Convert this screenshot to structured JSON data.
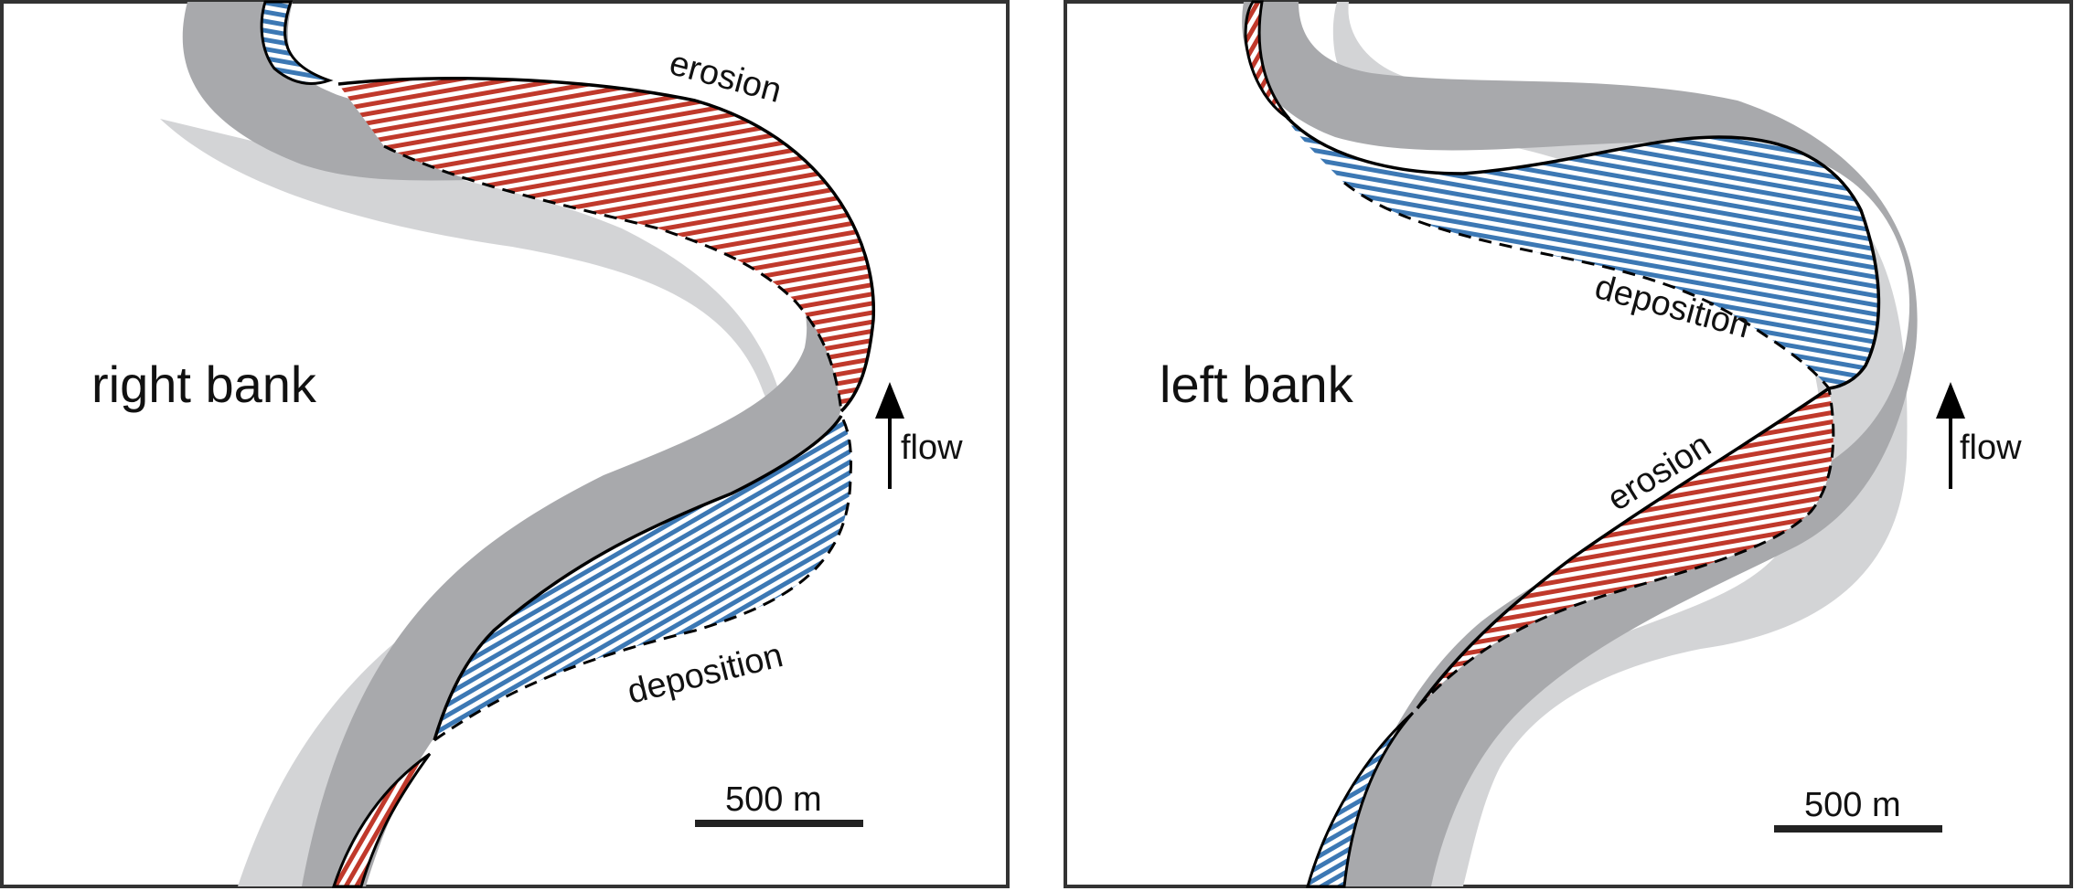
{
  "panels": [
    {
      "side_label": "right bank",
      "erosion_label": "erosion",
      "deposition_label": "deposition",
      "flow_label": "flow",
      "scale_label": "500 m"
    },
    {
      "side_label": "left bank",
      "erosion_label": "erosion",
      "deposition_label": "deposition",
      "flow_label": "flow",
      "scale_label": "500 m"
    }
  ],
  "colors": {
    "erosion": "#c0392b",
    "deposition": "#3c78b4",
    "channel_new": "#a8a9ac",
    "channel_old": "#d3d4d6",
    "frame": "#333333"
  }
}
